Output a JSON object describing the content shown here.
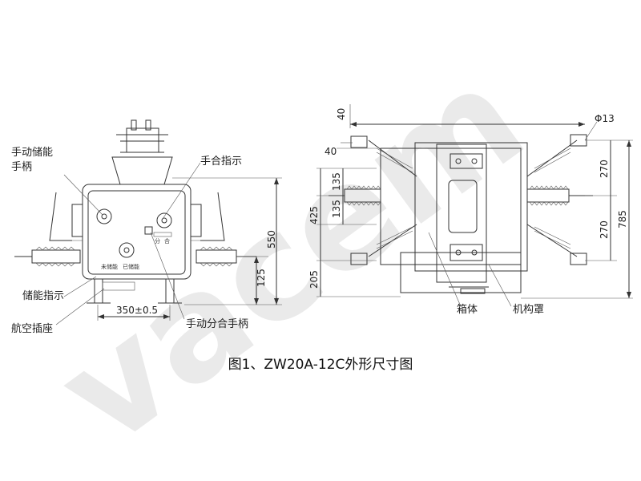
{
  "watermark": "vacem",
  "caption": "图1、ZW20A-12C外形尺寸图",
  "left_view": {
    "labels": {
      "manual_storage_handle_line1": "手动储能",
      "manual_storage_handle_line2": "手柄",
      "manual_close_indicator": "手合指示",
      "storage_indicator": "储能指示",
      "aviation_socket": "航空插座",
      "manual_open_close_handle": "手动分合手柄",
      "not_stored": "未储能",
      "stored": "已储能",
      "open": "分",
      "close": "合"
    },
    "dimensions": {
      "height_total": "550",
      "height_lower": "125",
      "width_base": "350±0.5"
    }
  },
  "right_view": {
    "labels": {
      "tank": "箱体",
      "mechanism_cover": "机构罩"
    },
    "dimensions": {
      "top_40a": "40",
      "top_40b": "40",
      "hole": "Φ13",
      "v_135a": "135",
      "v_135b": "135",
      "v_425": "425",
      "v_205": "205",
      "v_270a": "270",
      "v_270b": "270",
      "v_785": "785"
    }
  },
  "colors": {
    "line": "#333333",
    "watermark": "#e9e9e9"
  }
}
